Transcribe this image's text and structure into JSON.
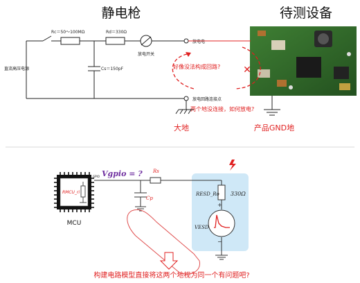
{
  "top": {
    "title_left": "静电枪",
    "title_right": "待测设备",
    "rc_label": "Rc＝50～100MΩ",
    "rd_label": "Rd＝330Ω",
    "cs_label": "Cs＝150pF",
    "switch_label": "放电开关",
    "source_label": "直流高压电源",
    "electrode_label": "放电电",
    "return_label": "放电回路连接点",
    "question1": "好像没法构成回路?",
    "question2": "两个地没连接，如何放电?",
    "earth_label": "大地",
    "product_gnd_label": "产品GND地"
  },
  "bottom": {
    "vgpio_label": "Vgpio = ?",
    "gpio_pin_label": "GPIO",
    "rmcu_label": "RMCU_ri",
    "mcu_label": "MCU",
    "rs_label": "Rs",
    "cp_label": "Cp",
    "resd_label": "RESD_Ro",
    "r_value": "330Ω",
    "vesd_label": "VESD",
    "plus": "+",
    "minus": "−",
    "question": "构建电路模型直接将这两个地视为同一个有问题吧?"
  },
  "colors": {
    "red": "#e02020",
    "purple": "#7030a0",
    "blue_bg": "#cfe8f7",
    "pcb_green": "#2e6b2a"
  }
}
